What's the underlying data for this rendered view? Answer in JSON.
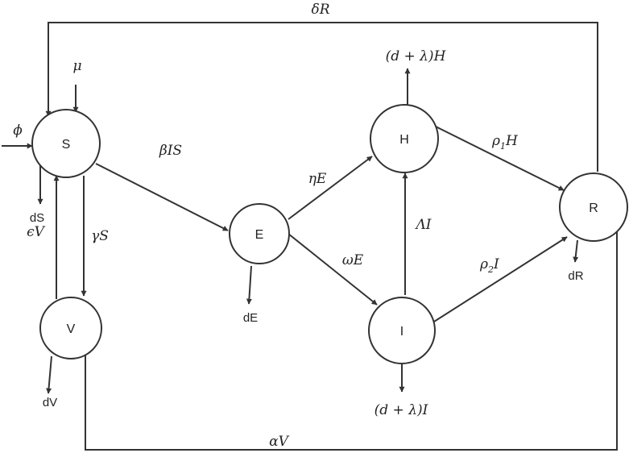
{
  "nodes": {
    "S": "S",
    "V": "V",
    "E": "E",
    "H": "H",
    "I": "I",
    "R": "R"
  },
  "labels": {
    "deltaR": "δR",
    "mu": "μ",
    "phi": "ϕ",
    "betaIS": "βIS",
    "dS": "dS",
    "gammaS": "γS",
    "epsV": "ϵV",
    "dV": "dV",
    "dE": "dE",
    "etaE": "ηE",
    "omegaE": "ωE",
    "dlH": "(d + λ)H",
    "LambdaI": "ΛI",
    "dlI": "(d + λ)I",
    "rho1H_base": "ρ",
    "rho1H_sub": "1",
    "rho1H_tail": "H",
    "rho2I_base": "ρ",
    "rho2I_sub": "2",
    "rho2I_tail": "I",
    "dR": "dR",
    "alphaV": "αV"
  }
}
